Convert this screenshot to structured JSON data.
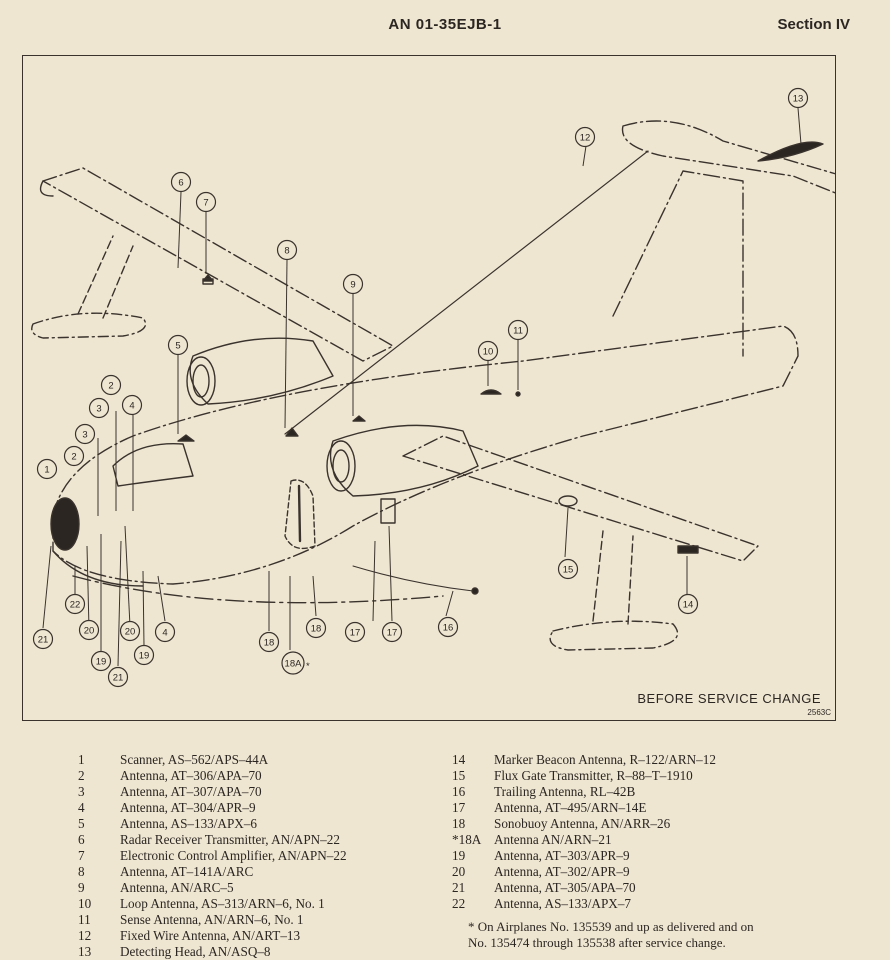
{
  "header": {
    "doc_number": "AN 01-35EJB-1",
    "section": "Section IV"
  },
  "figure": {
    "caption": "BEFORE SERVICE CHANGE",
    "figure_number": "2563C",
    "callouts": [
      "13",
      "12",
      "6",
      "7",
      "8",
      "9",
      "5",
      "10",
      "11",
      "2",
      "4",
      "3",
      "3",
      "1",
      "2",
      "15",
      "14",
      "22",
      "21",
      "20",
      "19",
      "21",
      "20",
      "19",
      "4",
      "18",
      "18A",
      "18",
      "17",
      "17",
      "16"
    ],
    "footnote_marker": "*"
  },
  "legend": {
    "left": [
      {
        "num": "1",
        "text": "Scanner, AS–562/APS–44A"
      },
      {
        "num": "2",
        "text": "Antenna, AT–306/APA–70"
      },
      {
        "num": "3",
        "text": "Antenna, AT–307/APA–70"
      },
      {
        "num": "4",
        "text": "Antenna, AT–304/APR–9"
      },
      {
        "num": "5",
        "text": "Antenna, AS–133/APX–6"
      },
      {
        "num": "6",
        "text": "Radar Receiver Transmitter, AN/APN–22"
      },
      {
        "num": "7",
        "text": "Electronic Control Amplifier, AN/APN–22"
      },
      {
        "num": "8",
        "text": "Antenna, AT–141A/ARC"
      },
      {
        "num": "9",
        "text": "Antenna, AN/ARC–5"
      },
      {
        "num": "10",
        "text": "Loop Antenna, AS–313/ARN–6, No. 1"
      },
      {
        "num": "11",
        "text": "Sense Antenna, AN/ARN–6, No. 1"
      },
      {
        "num": "12",
        "text": "Fixed Wire Antenna, AN/ART–13"
      },
      {
        "num": "13",
        "text": "Detecting Head, AN/ASQ–8"
      }
    ],
    "right": [
      {
        "num": "14",
        "text": "Marker Beacon Antenna, R–122/ARN–12"
      },
      {
        "num": "15",
        "text": "Flux Gate Transmitter, R–88–T–1910"
      },
      {
        "num": "16",
        "text": "Trailing Antenna, RL–42B"
      },
      {
        "num": "17",
        "text": "Antenna, AT–495/ARN–14E"
      },
      {
        "num": "18",
        "text": "Sonobuoy Antenna, AN/ARR–26"
      },
      {
        "num": "*18A",
        "text": "Antenna AN/ARN–21"
      },
      {
        "num": "19",
        "text": "Antenna, AT–303/APR–9"
      },
      {
        "num": "20",
        "text": "Antenna, AT–302/APR–9"
      },
      {
        "num": "21",
        "text": "Antenna, AT–305/APA–70"
      },
      {
        "num": "22",
        "text": "Antenna, AS–133/APX–7"
      }
    ]
  },
  "footnote": {
    "line1": "* On Airplanes No. 135539 and up as delivered and on",
    "line2": "No. 135474 through 135538 after service change."
  }
}
